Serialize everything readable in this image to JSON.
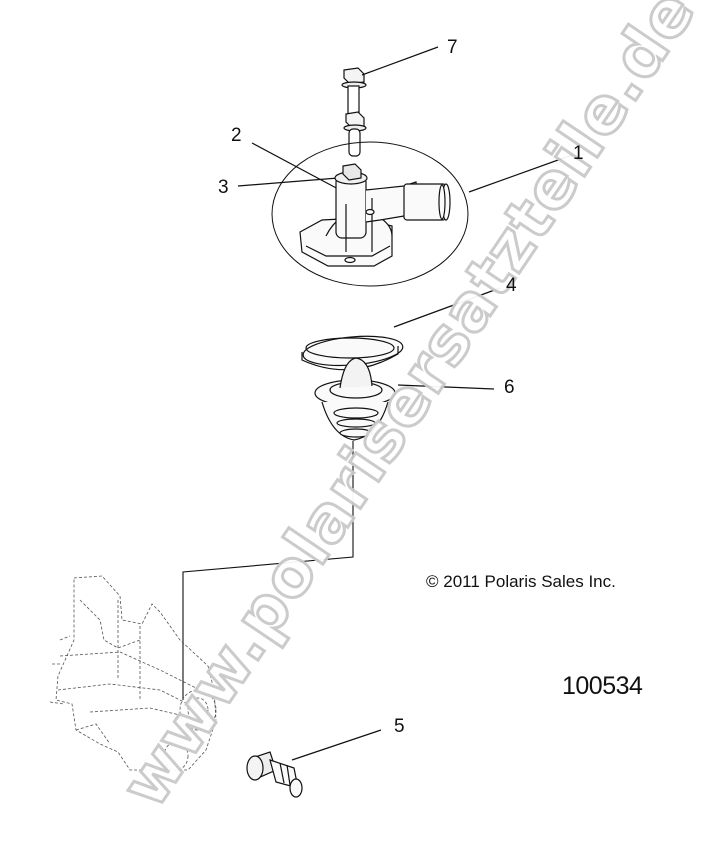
{
  "diagram": {
    "callouts": [
      {
        "id": "1",
        "label": "1"
      },
      {
        "id": "2",
        "label": "2"
      },
      {
        "id": "3",
        "label": "3"
      },
      {
        "id": "4",
        "label": "4"
      },
      {
        "id": "5",
        "label": "5"
      },
      {
        "id": "6",
        "label": "6"
      },
      {
        "id": "7",
        "label": "7"
      }
    ],
    "copyright": "© 2011 Polaris Sales Inc.",
    "part_number": "100534",
    "watermark": "www.polarisersatzteile.de",
    "colors": {
      "line": "#111111",
      "ghost_line": "#555555",
      "watermark_stroke": "#c9c9c9",
      "background": "#ffffff"
    }
  }
}
